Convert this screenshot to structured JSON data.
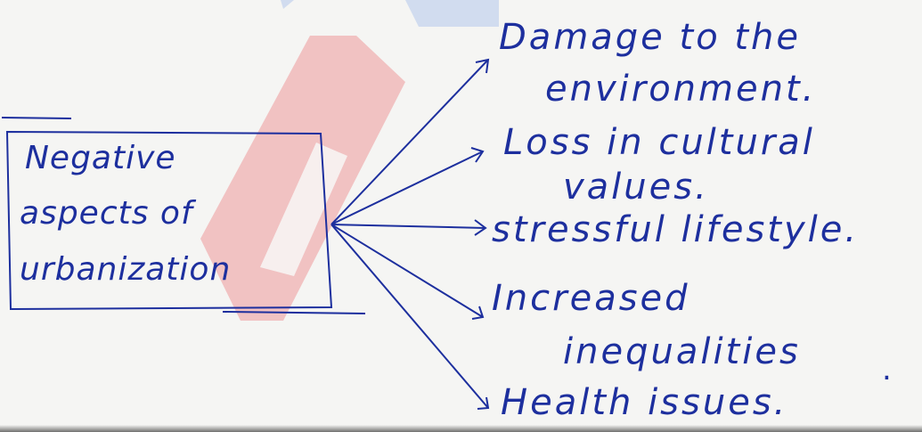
{
  "colors": {
    "ink": "#1d2f9e",
    "paper": "#f5f5f3",
    "watermark_red": "#f0b8b8",
    "watermark_blue": "#c8d6ee"
  },
  "diagram": {
    "central_box": {
      "lines": [
        "Negative",
        "aspects of",
        "urbanization"
      ]
    },
    "branches": [
      {
        "lines": [
          "Damage to the",
          "environment."
        ]
      },
      {
        "lines": [
          "Loss in cultural",
          "values."
        ]
      },
      {
        "lines": [
          "stressful lifestyle."
        ]
      },
      {
        "lines": [
          "Increased",
          "inequalities",
          "."
        ]
      },
      {
        "lines": [
          "Health issues."
        ]
      }
    ]
  }
}
